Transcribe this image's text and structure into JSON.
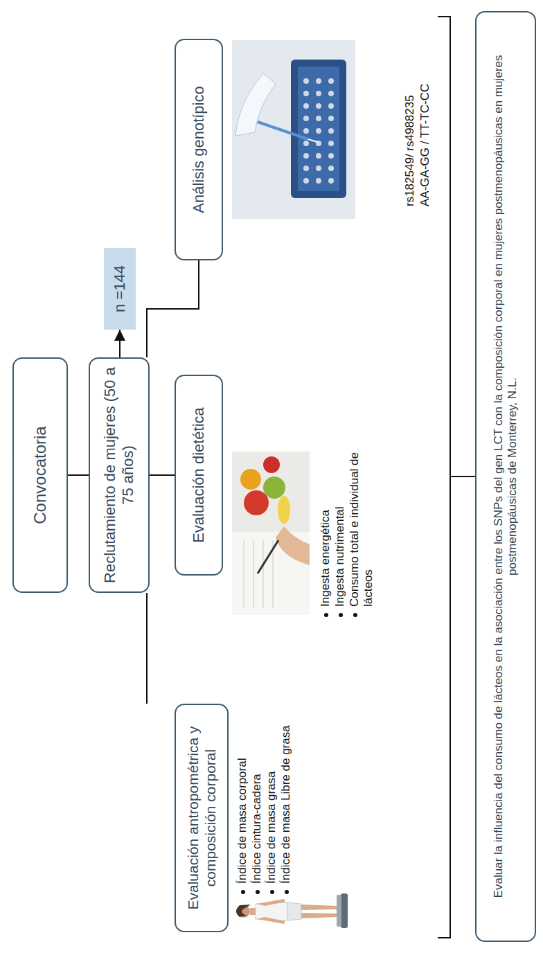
{
  "diagram": {
    "nodes": [
      {
        "text": [
          "Convocatoria"
        ]
      },
      {
        "text": [
          "Reclutamiento de mujeres (50 a 75 años)"
        ]
      },
      {
        "text": [
          "n =144"
        ]
      },
      {
        "text": [
          "Evaluación antropométrica y composición corporal"
        ]
      },
      {
        "text": [
          "Evaluación dietética"
        ]
      },
      {
        "text": [
          "Análisis genotípico"
        ]
      },
      {
        "text": [
          "Evaluar la influencia del consumo de lácteos en la asociación entre los SNPs del gen LCT con la composición corporal en mujeres postmenopáusicas en mujeres postmenopáusicas de Monterrey, N.L."
        ]
      }
    ],
    "edges": [
      {
        "from": 0,
        "to": 1,
        "arrow": "none"
      },
      {
        "from": 1,
        "to": 2,
        "arrow": "to"
      },
      {
        "from": 1,
        "to": 3,
        "arrow": "none"
      },
      {
        "from": 1,
        "to": 4,
        "arrow": "none"
      },
      {
        "from": 1,
        "to": 5,
        "arrow": "none"
      }
    ],
    "labels": [
      "Índice de masa corporal",
      "Índice cintura-cadera",
      "Índice de masa grasa",
      "Índice de masa Libre de grasa",
      "Ingesta energética",
      "Ingesta nutrimental",
      "Consumo total e individual de lácteos",
      "rs182549/ rs4988235",
      "AA-GA-GG / TT-TC-CC"
    ]
  }
}
